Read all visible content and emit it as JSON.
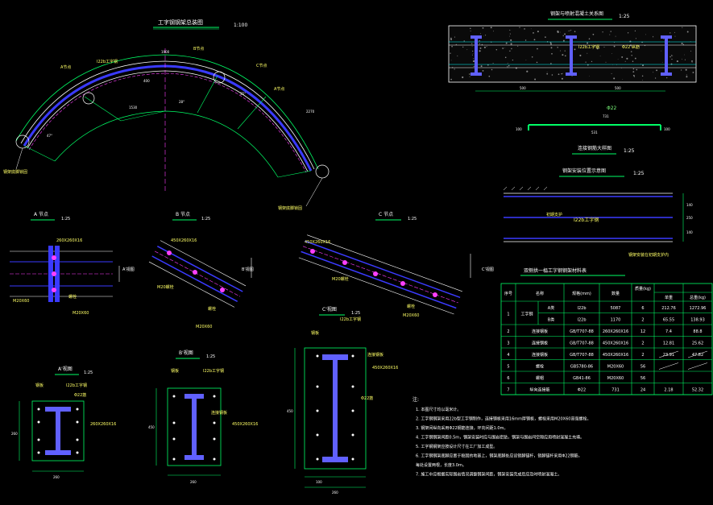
{
  "colors": {
    "background": "#000000",
    "steel": "#3a3aff",
    "steel_fill": "#6060ff",
    "outline": "#ffffff",
    "dimension": "#00ff66",
    "hatch": "#ff00ff",
    "axis": "#ff3cff",
    "dim_text": "#ffffff",
    "label": "#ffff66",
    "bolt": "#ff40ff",
    "cyan": "#00ffff"
  },
  "main_elevation": {
    "title": "工字钢钢架总装图",
    "scale": "1:100",
    "labels": {
      "a_joint": "A节点",
      "b_joint": "B节点",
      "c_joint": "C节点",
      "a_joint2": "A节点",
      "i_beam": "I22b工字钢",
      "bottom_left": "钢架底脚锁固",
      "bottom_right": "钢架底脚锁固"
    },
    "dims": [
      "1900",
      "1530",
      "400",
      "47°",
      "28°",
      "35°",
      "2270"
    ]
  },
  "section_top": {
    "title": "钢架与喷射混凝土关系图",
    "scale": "1:25",
    "labels": {
      "beam": "I22b工字钢",
      "rebar": "Φ22 纵筋"
    },
    "dims": [
      "500",
      "500"
    ]
  },
  "rebar_detail": {
    "label": "Φ22",
    "dims": [
      "100",
      "531",
      "100",
      "731"
    ]
  },
  "connecting_rebar": {
    "title": "连接钢筋大样图",
    "scale": "1:25"
  },
  "install_diagram": {
    "title": "钢架安装位置示意图",
    "scale": "1:25",
    "labels": {
      "lining": "初期支护",
      "beam": "I22b工字钢",
      "note": "钢架安装在初期支护内"
    },
    "dims": [
      "140",
      "250",
      "140"
    ]
  },
  "view_a": {
    "title": "A 节点",
    "scale": "1:25",
    "labels": {
      "plate": "260X260X16",
      "bolt": "M20X60",
      "nut": "螺栓",
      "arrow": "A'视图",
      "nut2": "M20X60"
    }
  },
  "view_b": {
    "title": "B 节点",
    "scale": "1:25",
    "labels": {
      "plate": "450X260X16",
      "bolt": "M20螺栓",
      "nut": "螺栓",
      "m": "M20X60",
      "arrow": "B'视图"
    }
  },
  "view_c": {
    "title": "C 节点",
    "scale": "1:25",
    "labels": {
      "plate": "450X260X16",
      "bolt": "M20螺栓",
      "nut": "螺栓",
      "m": "M20X60",
      "arrow": "C'视图"
    }
  },
  "view_a2": {
    "title": "A'视图",
    "scale": "1:25",
    "labels": {
      "plate": "钢板",
      "beam": "I22b工字钢",
      "rebar": "Φ22筋",
      "size": "260X260X16"
    },
    "dims": [
      "260",
      "260"
    ]
  },
  "view_b2": {
    "title": "B'视图",
    "scale": "1:25",
    "labels": {
      "plate": "钢板",
      "beam": "I22b工字钢",
      "conn": "连接钢板",
      "size": "450X260X16"
    },
    "dims": [
      "260",
      "450"
    ]
  },
  "view_c2": {
    "title": "C'视图",
    "scale": "1:25",
    "labels": {
      "plate": "钢板",
      "beam": "I22b工字钢",
      "conn": "连接钢板",
      "size": "450X260X16",
      "rebar": "Φ22筋"
    },
    "dims": [
      "100",
      "260",
      "450"
    ]
  },
  "table": {
    "title": "双侧拱一榀工字钢钢架材料表",
    "headers": [
      "序号",
      "名称",
      "",
      "规格(mm)",
      "数量",
      "质量(kg)",
      ""
    ],
    "sub_headers": [
      "单重",
      "总重(kg)"
    ],
    "rows": [
      [
        "1",
        "工字钢",
        "A类",
        "I22b",
        "5087",
        "6",
        "212.76",
        "1272.96"
      ],
      [
        "",
        "",
        "B类",
        "I22b",
        "1170",
        "2",
        "65.55",
        "138.93"
      ],
      [
        "2",
        "连接钢板",
        "",
        "GB/T707-88",
        "260X260X16",
        "12",
        "7.4",
        "88.8"
      ],
      [
        "3",
        "连接钢板",
        "",
        "GB/T707-88",
        "450X260X16",
        "2",
        "12.81",
        "25.62"
      ],
      [
        "4",
        "连接钢板",
        "",
        "GB/T707-88",
        "450X260X16",
        "2",
        "23.91",
        "47.82"
      ],
      [
        "5",
        "螺栓",
        "",
        "GB5780-86",
        "M20X60",
        "56",
        "",
        ""
      ],
      [
        "6",
        "螺帽",
        "",
        "GB41-86",
        "M20X60",
        "56",
        "",
        ""
      ],
      [
        "7",
        "纵向连接筋",
        "",
        "Φ22",
        "731",
        "24",
        "2.18",
        "52.32"
      ]
    ]
  },
  "notes": {
    "title": "注:",
    "lines": [
      "1. 本图尺寸均以毫米计。",
      "2. 工字钢钢架采用22b型工字钢制作，连接钢板采用16mm厚钢板，螺栓采用M20X60高强螺栓。",
      "3. 钢架间纵向采用Φ22钢筋连接，环向间距1.0m。",
      "4. 工字钢钢架间距0.5m，钢架安装时应与围岩密贴，钢架与围岩间空隙应用喷射混凝土充填。",
      "5. 工字钢钢架应按设计尺寸在工厂加工成型。",
      "6. 工字钢钢架底脚应置于稳固的地基上，钢架底脚处应设锁脚锚杆，锁脚锚杆采用Φ22钢筋，",
      "   每处设置两根，长度3.0m。",
      "7. 施工中应根据实际围岩情况调整钢架间距，钢架安装完成后应及时喷射混凝土。"
    ]
  }
}
